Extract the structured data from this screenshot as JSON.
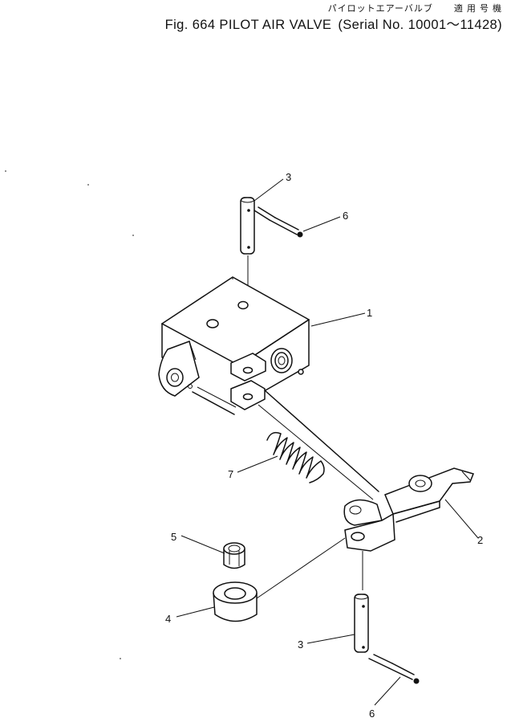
{
  "header": {
    "jp_title": "パイロットエアーバルブ",
    "jp_serial_label": "適 用 号 機",
    "fig_title": "Fig. 664  PILOT  AIR  VALVE",
    "serial_range": "(Serial  No. 10001～11428)"
  },
  "callouts": {
    "c1": "1",
    "c2": "2",
    "c3_top": "3",
    "c3_bottom": "3",
    "c4": "4",
    "c5": "5",
    "c6_top": "6",
    "c6_bottom": "6",
    "c7": "7"
  }
}
